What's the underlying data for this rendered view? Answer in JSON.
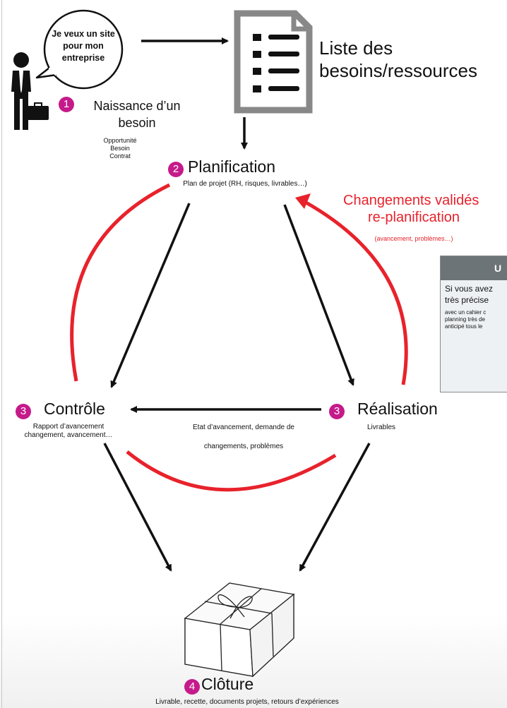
{
  "bubble": {
    "text": "Je veux un site pour mon entreprise"
  },
  "step1": {
    "number": "1",
    "title": "Naissance d’un besoin",
    "details": [
      "Opportunité",
      "Besoin",
      "Contrat"
    ]
  },
  "list": {
    "title": "Liste des besoins/ressources"
  },
  "step2": {
    "number": "2",
    "title": "Planification",
    "subtitle": "Plan de projet (RH, risques, livrables…)"
  },
  "changes": {
    "title": "Changements validés",
    "subtitle": "re-planification",
    "note": "(avancement, problèmes…)"
  },
  "panel": {
    "head": "U",
    "line1": "Si vous avez",
    "line2": "très précise",
    "small1": "avec un cahier c",
    "small2": "planning très de",
    "small3": "anticipé tous le"
  },
  "step3a": {
    "number": "3",
    "title": "Contrôle",
    "details": [
      "Rapport d’avancement",
      "changement, avancement…"
    ]
  },
  "step3b": {
    "number": "3",
    "title": "Réalisation",
    "subtitle": "Livrables"
  },
  "feedback": {
    "line1": "Etat d’avancement, demande de",
    "line2": "changements, problèmes"
  },
  "step4": {
    "number": "4",
    "title": "Clôture",
    "subtitle": "Livrable, recette, documents projets, retours d’expériences"
  },
  "colors": {
    "accent_red": "#e8222b",
    "badge_magenta": "#c51a8a",
    "arrow_black": "#111111"
  }
}
